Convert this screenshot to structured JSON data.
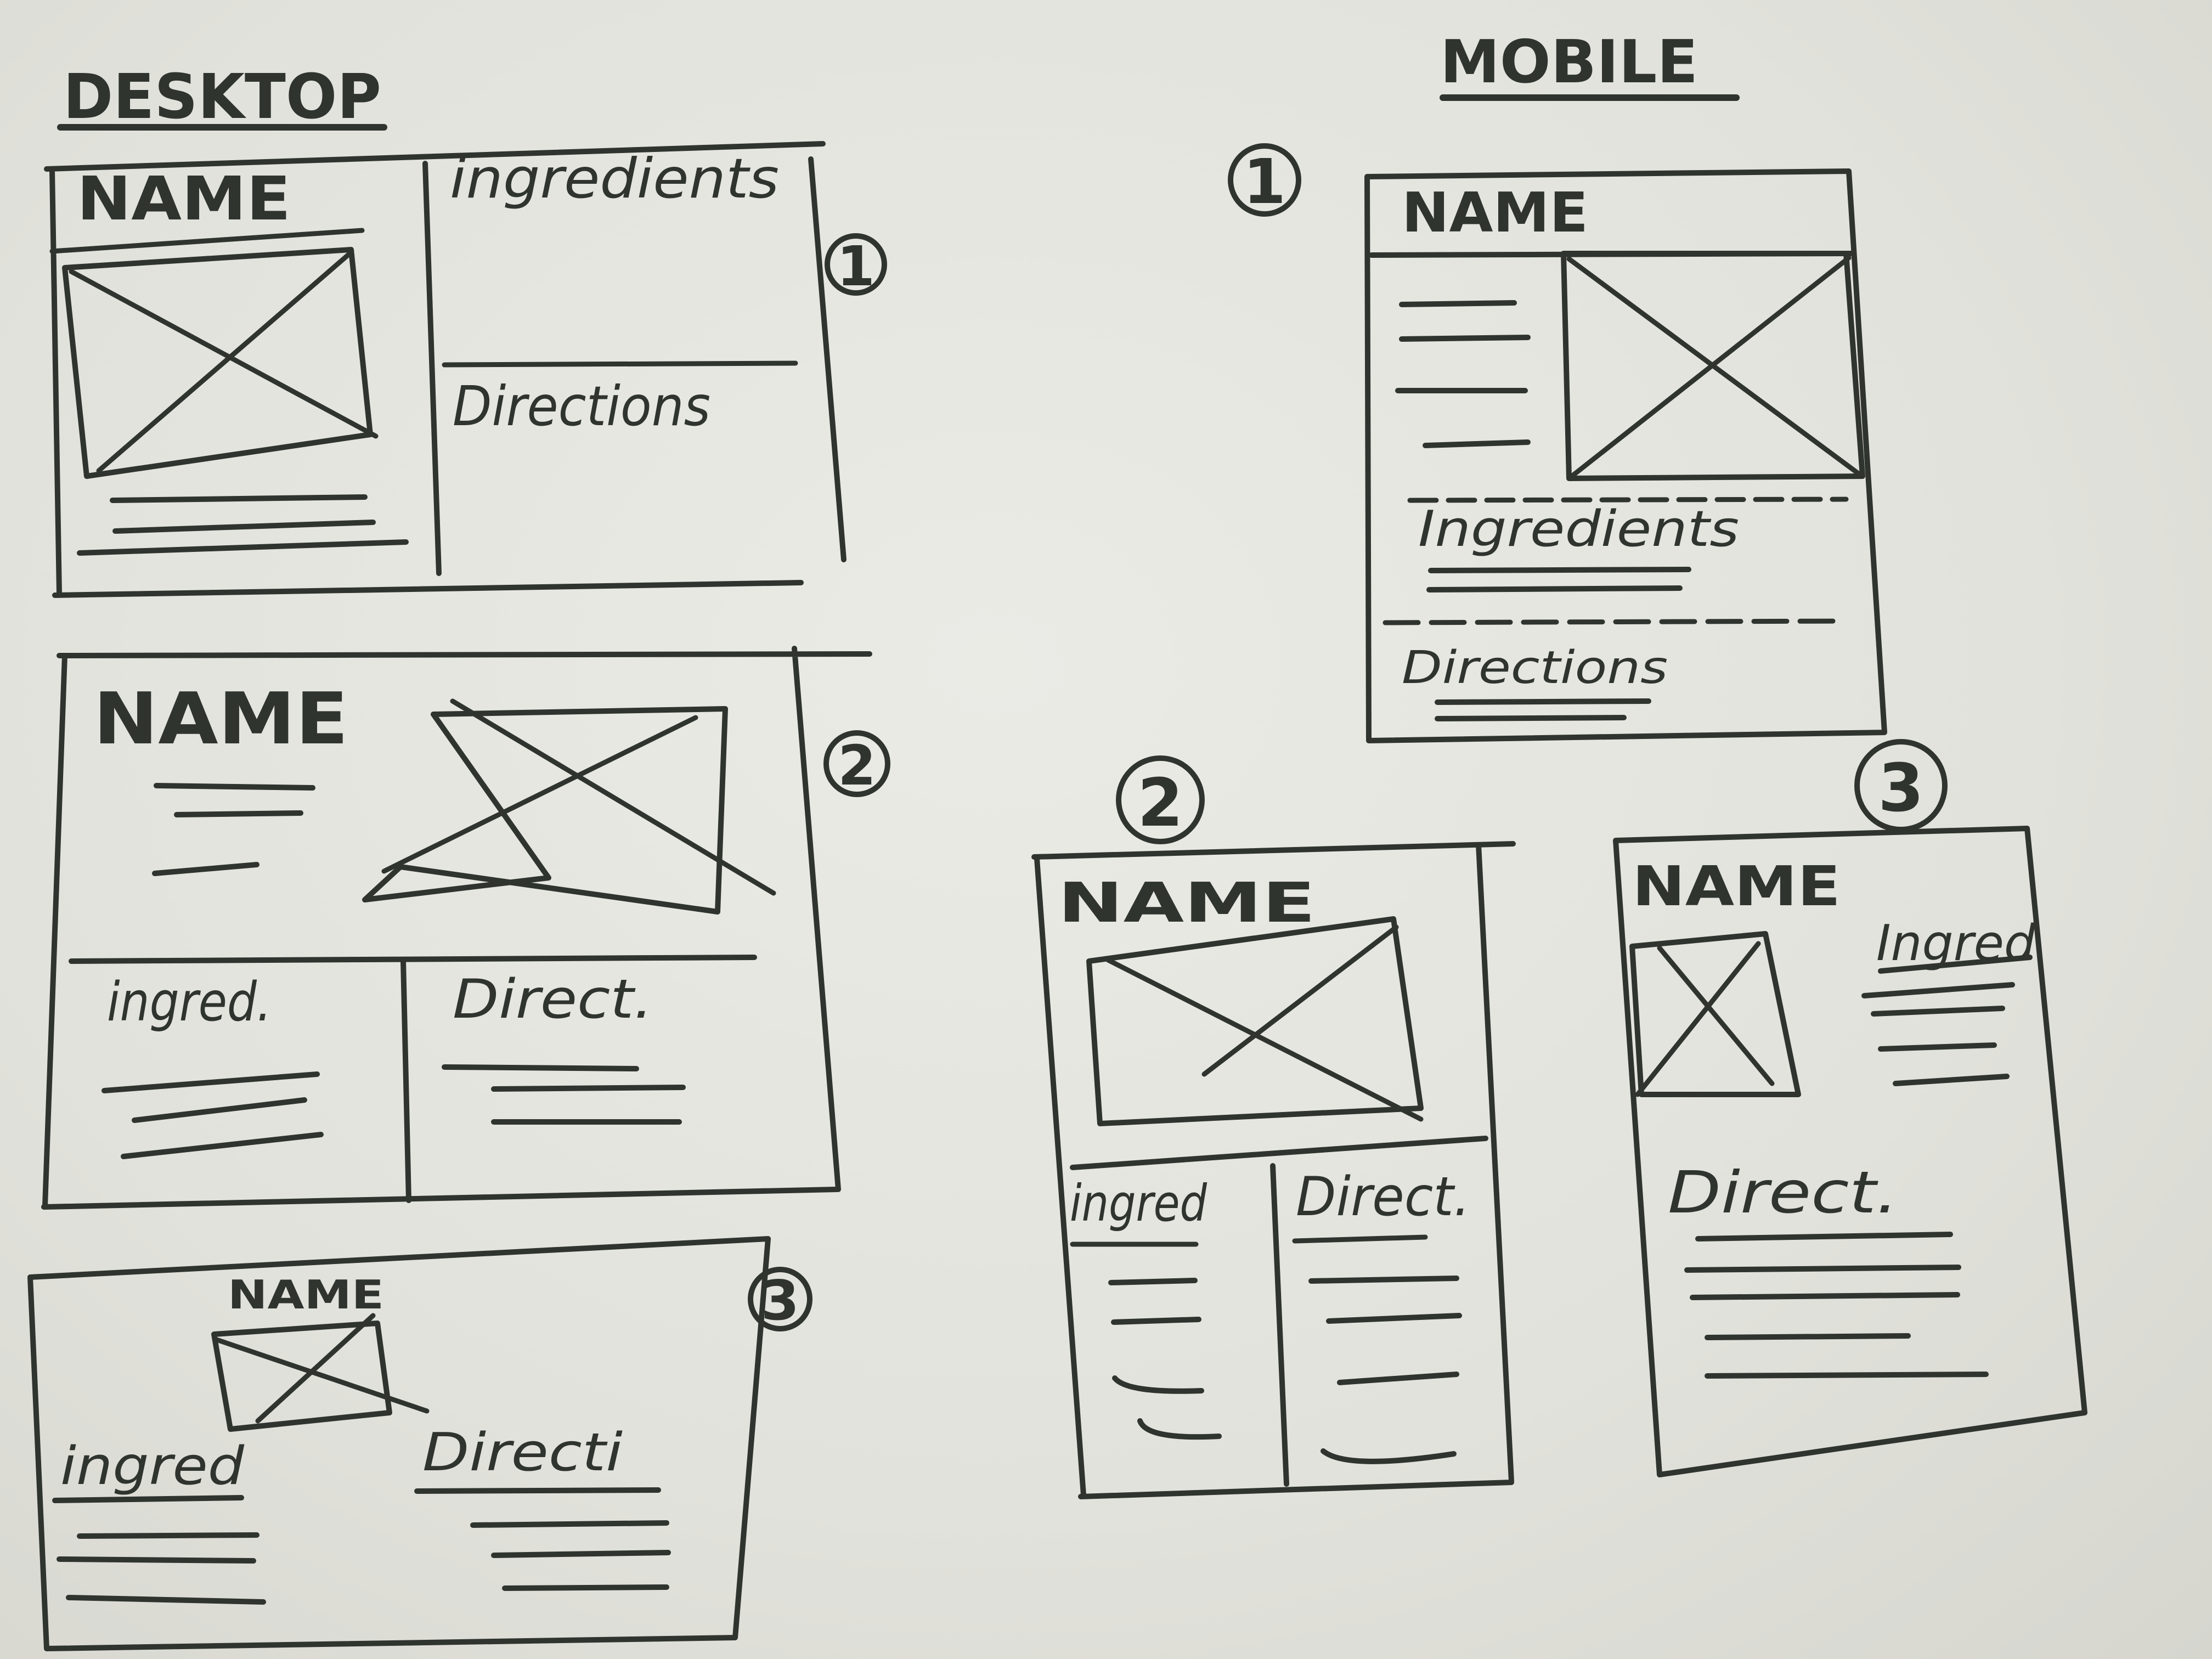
{
  "headings": {
    "desktop": "DESKTOP",
    "mobile": "MOBILE"
  },
  "desktop": {
    "v1": {
      "number": "1",
      "name": "NAME",
      "ingredients": "ingredients",
      "directions": "Directions"
    },
    "v2": {
      "number": "2",
      "name": "NAME",
      "ingredients": "ingred.",
      "directions": "Direct."
    },
    "v3": {
      "number": "3",
      "name": "NAME",
      "ingredients": "ingred",
      "directions": "Directi"
    }
  },
  "mobile": {
    "v1": {
      "number": "1",
      "name": "NAME",
      "ingredients": "Ingredients",
      "directions": "Directions"
    },
    "v2": {
      "number": "2",
      "name": "NAME",
      "ingredients": "ingred",
      "directions": "Direct."
    },
    "v3": {
      "number": "3",
      "name": "NAME",
      "ingredients": "Ingred",
      "directions": "Direct."
    }
  },
  "colors": {
    "ink": "#2f342f",
    "paper": "#e6e6e1"
  }
}
